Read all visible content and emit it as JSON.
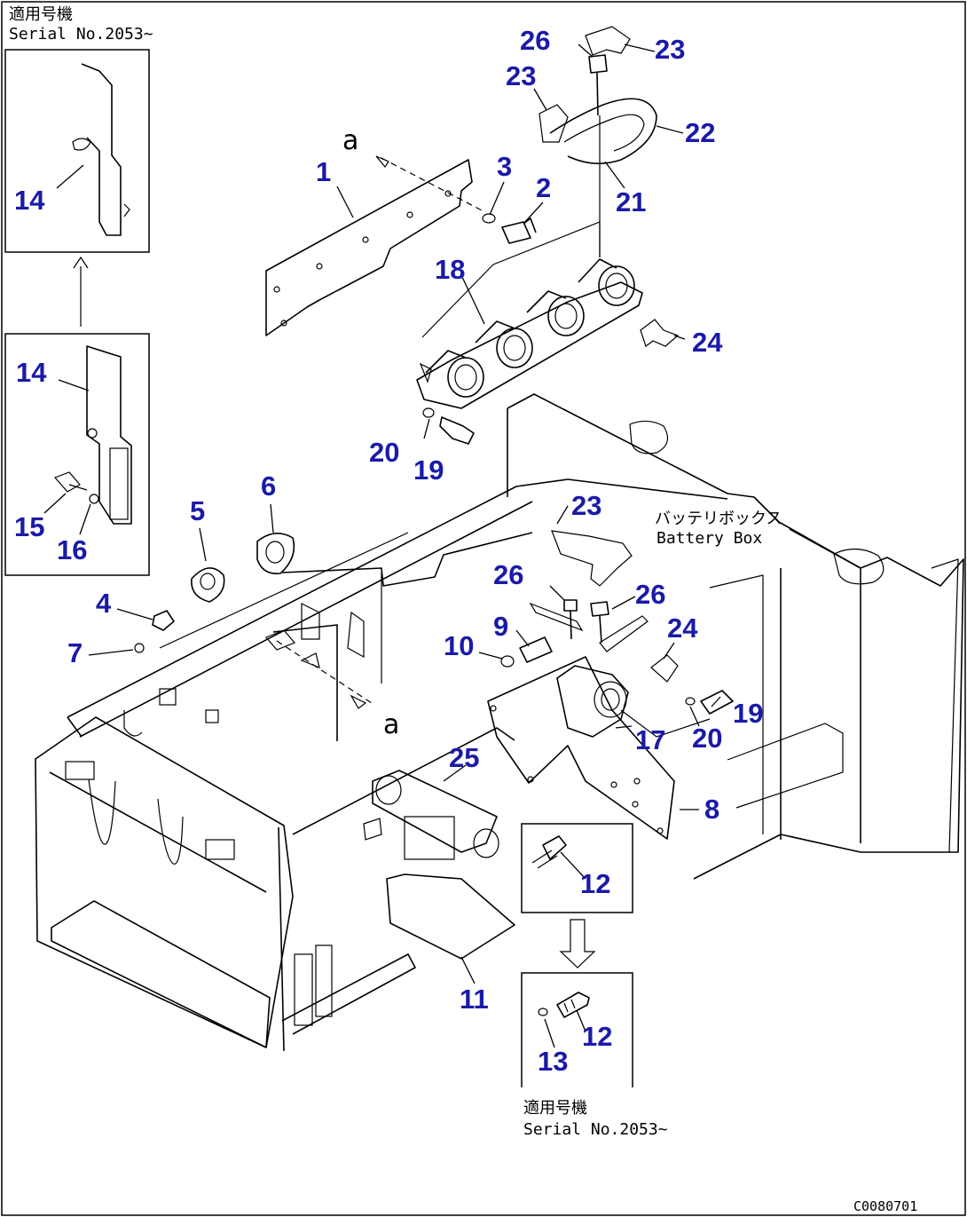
{
  "notes": {
    "serial_top_jp": "適用号機",
    "serial_top_en": "Serial No.2053~",
    "serial_bottom_jp": "適用号機",
    "serial_bottom_en": "Serial No.2053~",
    "battery_box_jp": "バッテリボックス",
    "battery_box_en": "Battery Box",
    "ref_a": "a",
    "drawing_code": "C0080701"
  },
  "callouts": {
    "c1": "1",
    "c2": "2",
    "c3": "3",
    "c4": "4",
    "c5": "5",
    "c6": "6",
    "c7": "7",
    "c8": "8",
    "c9": "9",
    "c10": "10",
    "c11": "11",
    "c12a": "12",
    "c12b": "12",
    "c13": "13",
    "c14a": "14",
    "c14b": "14",
    "c15": "15",
    "c16": "16",
    "c17": "17",
    "c18": "18",
    "c19a": "19",
    "c19b": "19",
    "c20a": "20",
    "c20b": "20",
    "c21": "21",
    "c22": "22",
    "c23a": "23",
    "c23b": "23",
    "c23c": "23",
    "c24a": "24",
    "c24b": "24",
    "c25": "25",
    "c26a": "26",
    "c26b": "26",
    "c26c": "26"
  },
  "colors": {
    "callout": "#1a1aa8",
    "line": "#000000"
  }
}
